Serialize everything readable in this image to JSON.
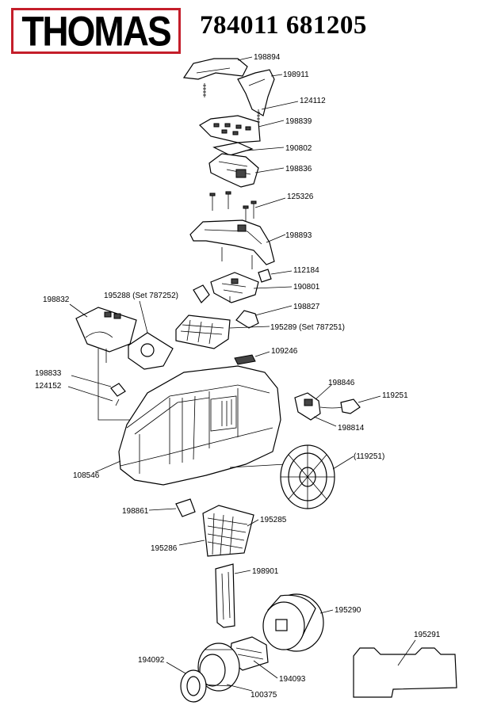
{
  "header": {
    "brand": "THOMAS",
    "model_numbers": "784011 681205",
    "brand_color": "#c41e2a"
  },
  "parts": [
    "198894",
    "198911",
    "124112",
    "198839",
    "190802",
    "198836",
    "125326",
    "198893",
    "112184",
    "190801",
    "198827",
    "198832",
    "195288 (Set 787252)",
    "195289 (Set 787251)",
    "109246",
    "198833",
    "124152",
    "198846",
    "119251",
    "198814",
    "108546",
    "(119251)",
    "198861",
    "195285",
    "195286",
    "198901",
    "195290",
    "195291",
    "194092",
    "194093",
    "100375"
  ]
}
